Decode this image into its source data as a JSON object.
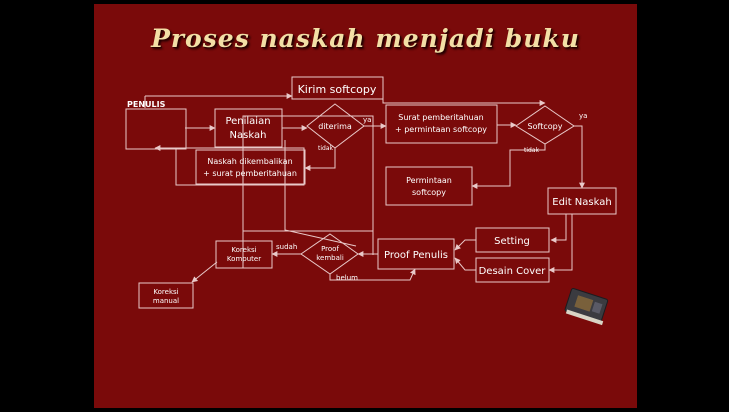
{
  "title": "Proses naskah menjadi buku",
  "nodes": {
    "kirim": "Kirim softcopy",
    "penulis": "PENULIS",
    "penilaian_1": "Penilaian",
    "penilaian_2": "Naskah",
    "diterima": "diterima",
    "surat_1": "Surat pemberitahuan",
    "surat_2": "+ permintaan softcopy",
    "softcopy": "Softcopy",
    "dikembalikan_1": "Naskah dikembalikan",
    "dikembalikan_2": "+ surat pemberitahuan",
    "permintaan_1": "Permintaan",
    "permintaan_2": "softcopy",
    "edit": "Edit Naskah",
    "setting": "Setting",
    "desain": "Desain Cover",
    "proof_penulis": "Proof Penulis",
    "proof_kembali_1": "Proof",
    "proof_kembali_2": "kembali",
    "koreksi_komputer_1": "Koreksi",
    "koreksi_komputer_2": "Komputer",
    "koreksi_manual_1": "Koreksi",
    "koreksi_manual_2": "manual"
  },
  "edge_labels": {
    "ya_diterima": "ya",
    "tidak_diterima": "tidak",
    "ya_softcopy": "ya",
    "tidak_softcopy": "tidak",
    "sudah": "sudah",
    "belum": "belum"
  },
  "colors": {
    "background": "#000000",
    "slide": "#7a0a0a",
    "title": "#f3dfa6",
    "lines": "#e9c9c9",
    "text": "#ffffff"
  },
  "decor": {
    "book_icon": "book-icon"
  }
}
